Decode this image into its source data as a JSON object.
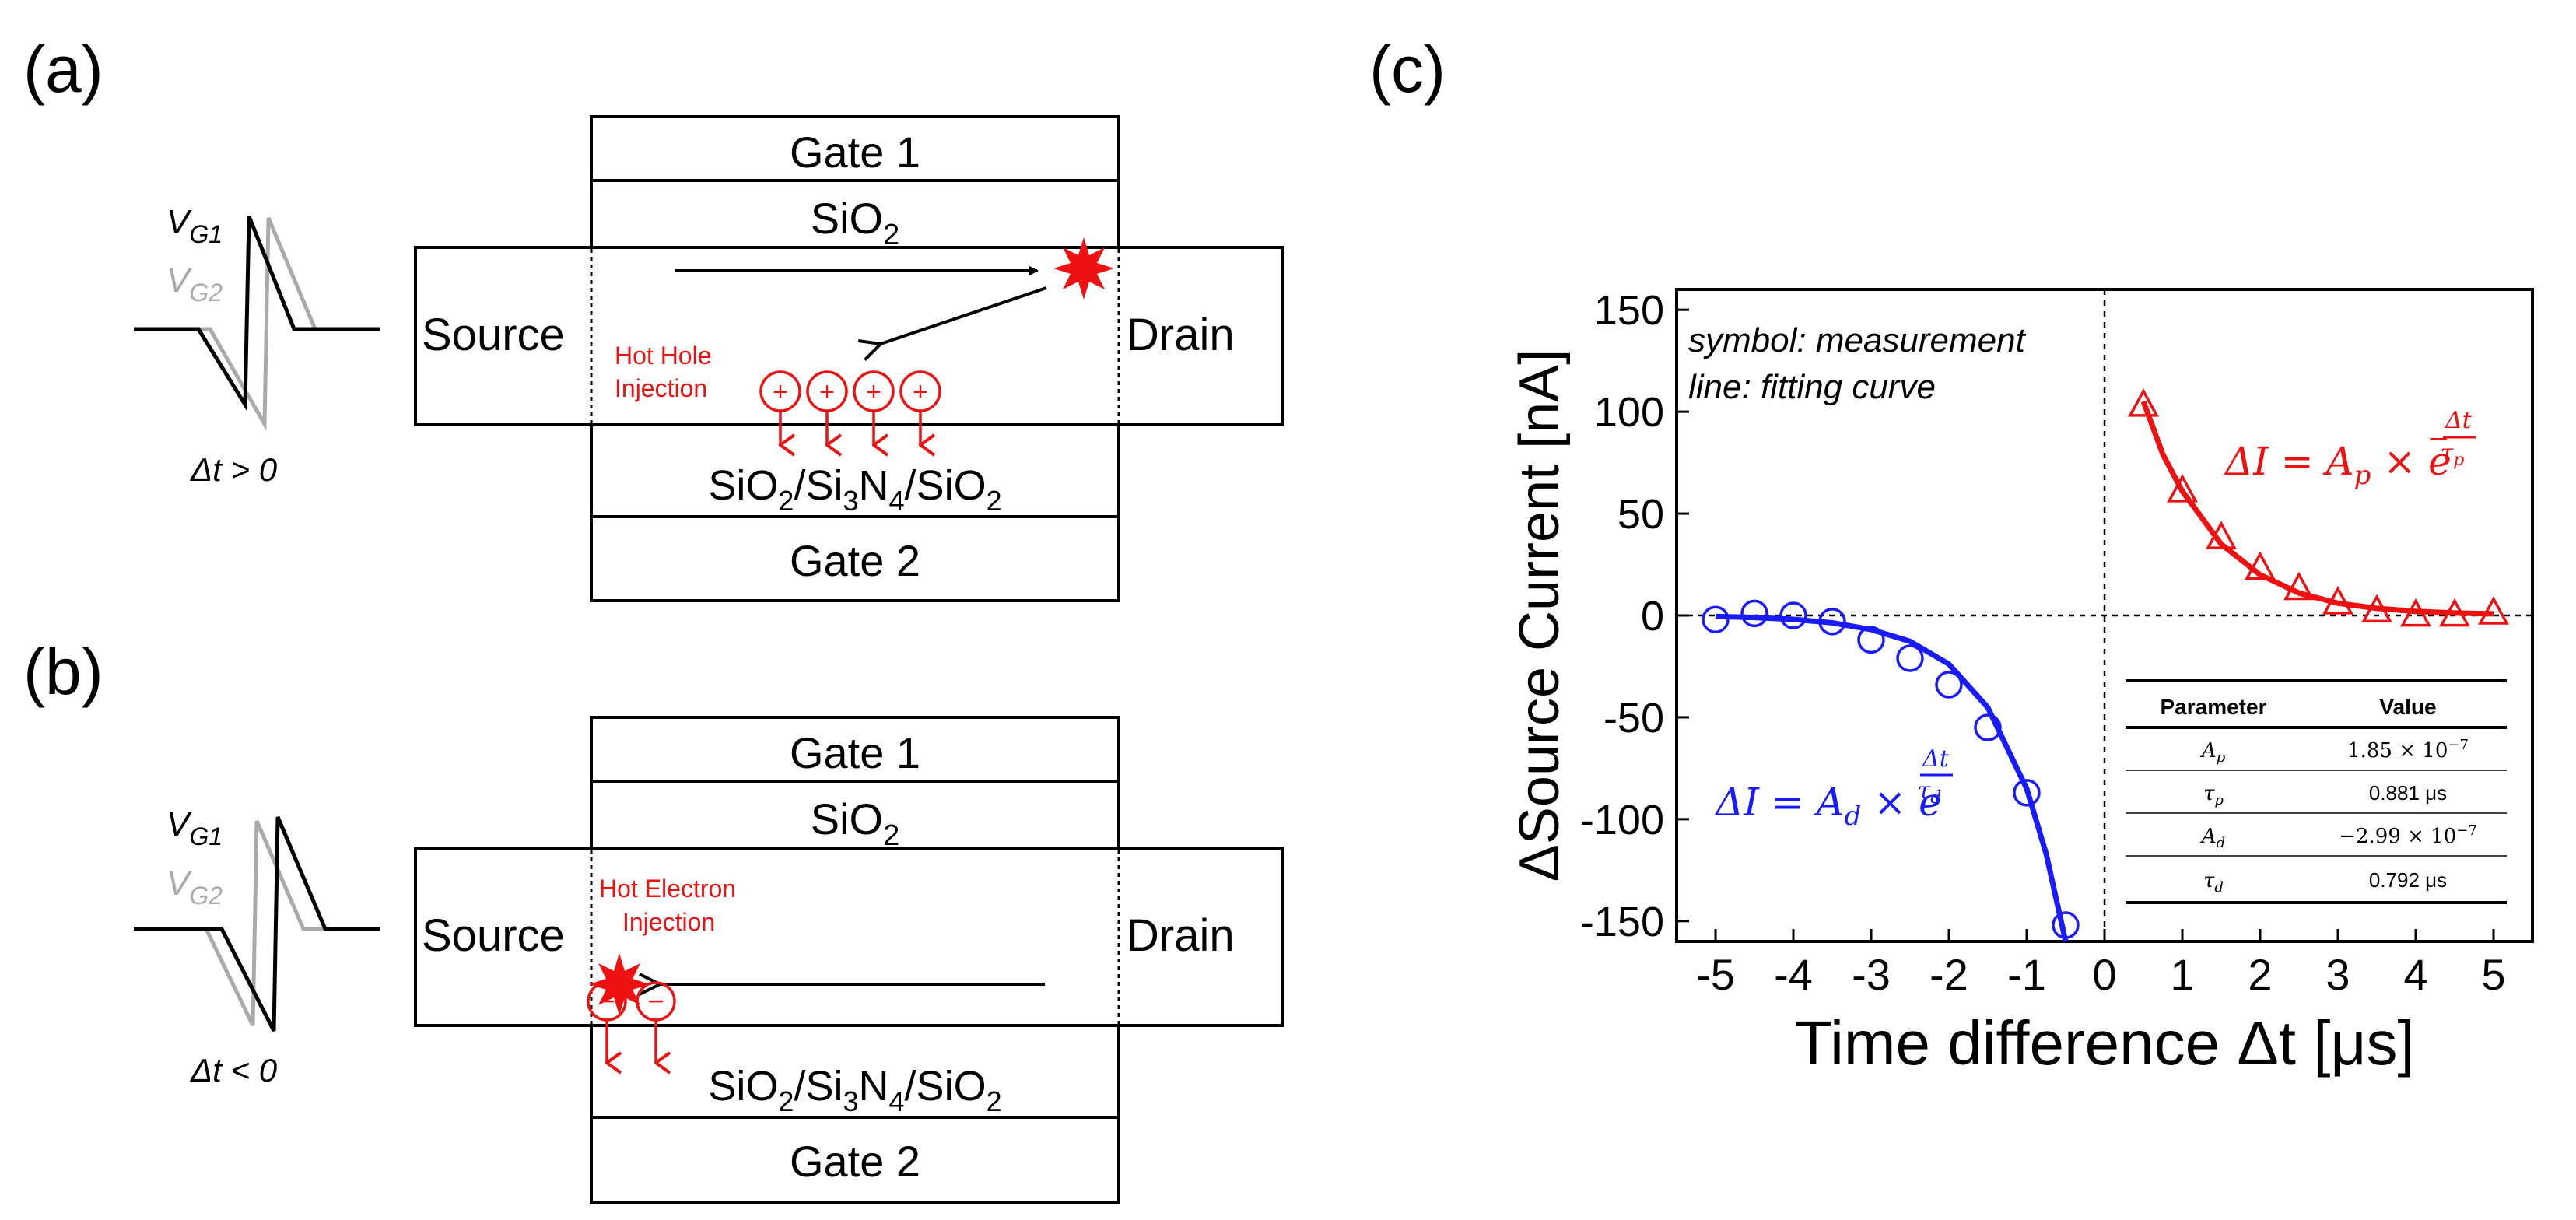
{
  "panel_a": {
    "label": "(a)",
    "vg1": "V",
    "vg1_sub": "G1",
    "vg2": "V",
    "vg2_sub": "G2",
    "dt": "Δt > 0",
    "gate1": "Gate 1",
    "oxide_top": "SiO",
    "oxide_top_sub": "2",
    "source": "Source",
    "drain": "Drain",
    "injection_line1": "Hot Hole",
    "injection_line2": "Injection",
    "charge": "+",
    "ono": [
      "SiO",
      "2",
      "/Si",
      "3",
      "N",
      "4",
      "/SiO",
      "2"
    ],
    "gate2": "Gate 2"
  },
  "panel_b": {
    "label": "(b)",
    "vg1": "V",
    "vg1_sub": "G1",
    "vg2": "V",
    "vg2_sub": "G2",
    "dt": "Δt < 0",
    "gate1": "Gate 1",
    "oxide_top": "SiO",
    "oxide_top_sub": "2",
    "source": "Source",
    "drain": "Drain",
    "injection_line1": "Hot Electron",
    "injection_line2": "Injection",
    "charge": "−",
    "ono": [
      "SiO",
      "2",
      "/Si",
      "3",
      "N",
      "4",
      "/SiO",
      "2"
    ],
    "gate2": "Gate 2"
  },
  "panel_c": {
    "label": "(c)",
    "legend_line1": "symbol: measurement",
    "legend_line2": "line: fitting curve",
    "eq_p": {
      "lhs": "ΔI = A",
      "sub": "p",
      "mid": " × e",
      "exp_sign": "−",
      "exp_num": "Δt",
      "exp_den": "τ",
      "exp_den_sub": "p"
    },
    "eq_d": {
      "lhs": "ΔI = A",
      "sub": "d",
      "mid": " × e",
      "exp_num": "Δt",
      "exp_den": "τ",
      "exp_den_sub": "d"
    },
    "table": {
      "headers": [
        "Parameter",
        "Value"
      ],
      "rows": [
        {
          "param": "A",
          "param_sub": "p",
          "value": "1.85 × 10",
          "exp": "−7"
        },
        {
          "param": "τ",
          "param_sub": "p",
          "value": "0.881  μs",
          "exp": ""
        },
        {
          "param": "A",
          "param_sub": "d",
          "value": "−2.99 × 10",
          "exp": "−7"
        },
        {
          "param": "τ",
          "param_sub": "d",
          "value": "0.792  μs",
          "exp": ""
        }
      ]
    }
  },
  "chart_data": {
    "type": "scatter",
    "xlabel": "Time difference Δt [μs]",
    "ylabel": "ΔSource Current [nA]",
    "xlim": [
      -5.5,
      5.5
    ],
    "ylim": [
      -160,
      160
    ],
    "xticks": [
      -5,
      -4,
      -3,
      -2,
      -1,
      0,
      1,
      2,
      3,
      4,
      5
    ],
    "yticks": [
      150,
      100,
      50,
      0,
      -50,
      -100,
      -150
    ],
    "grid": false,
    "series": [
      {
        "kind": "measurement",
        "marker": "circle",
        "color": "#1a1aff",
        "x": [
          -5,
          -4.5,
          -4,
          -3.5,
          -3,
          -2.5,
          -2,
          -1.5,
          -1,
          -0.5
        ],
        "y": [
          -2,
          1,
          0,
          -3,
          -12,
          -21,
          -34,
          -55,
          -87,
          -152
        ]
      },
      {
        "kind": "fit",
        "color": "#1a1aff",
        "x": [
          -5,
          -4.5,
          -4,
          -3.5,
          -3,
          -2.5,
          -2,
          -1.5,
          -1,
          -0.75,
          -0.5
        ],
        "y": [
          -0.5,
          -1,
          -1.9,
          -3.6,
          -6.9,
          -12.7,
          -23.9,
          -45.2,
          -85,
          -117,
          -160
        ]
      },
      {
        "kind": "measurement",
        "marker": "triangle",
        "color": "#ee1111",
        "x": [
          0.5,
          1,
          1.5,
          2,
          2.5,
          3,
          3.5,
          4,
          4.5,
          5
        ],
        "y": [
          103,
          61,
          38,
          23,
          13,
          6,
          2,
          0,
          0,
          1
        ]
      },
      {
        "kind": "fit",
        "color": "#ee1111",
        "x": [
          0.5,
          0.75,
          1,
          1.5,
          2,
          2.5,
          3,
          3.5,
          4,
          4.5,
          5
        ],
        "y": [
          105,
          79,
          61,
          35,
          20,
          11,
          6,
          3.5,
          2,
          1.2,
          0.8
        ]
      }
    ]
  }
}
